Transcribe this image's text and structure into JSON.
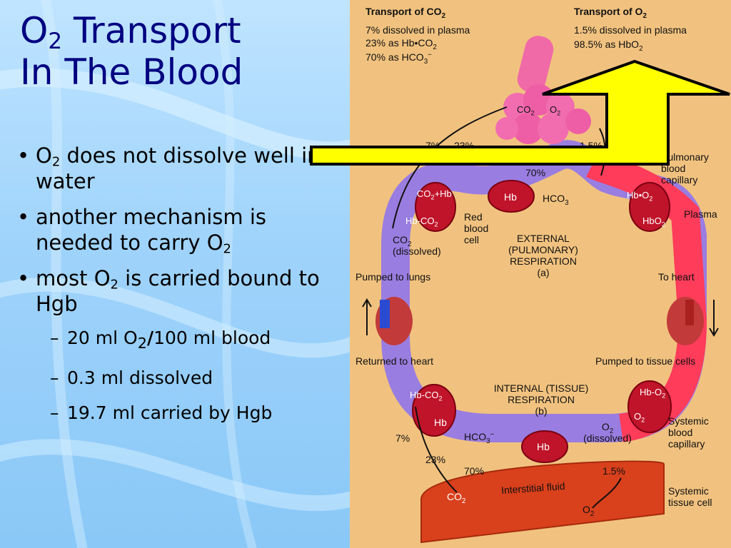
{
  "slide": {
    "title_line1_pre": "O",
    "title_line1_sub": "2",
    "title_line1_post": " Transport",
    "title_line2": "In The Blood",
    "bullets": [
      {
        "pre": "O",
        "sub": "2",
        "post": " does not dissolve well in water"
      },
      {
        "pre": "another mechanism is needed to carry O",
        "sub": "2",
        "post": ""
      },
      {
        "pre": "most O",
        "sub": "2",
        "post": " is carried bound to Hgb"
      }
    ],
    "subbullets": [
      {
        "pre": "20 ml O",
        "sub": "2",
        "slash": "/",
        "post": "100 ml blood"
      },
      {
        "text": "0.3 ml dissolved"
      },
      {
        "text": "19.7 ml carried by Hgb"
      }
    ]
  },
  "figure": {
    "co2_header": "Transport of CO",
    "co2_header_sub": "2",
    "co2_l1": "7% dissolved in plasma",
    "co2_l2_pre": "23% as Hb•CO",
    "co2_l2_sub": "2",
    "co2_l3_pre": "70% as HCO",
    "co2_l3_sub": "3",
    "co2_l3_sup": "−",
    "o2_header": "Transport of O",
    "o2_header_sub": "2",
    "o2_l1": "1.5% dissolved in plasma",
    "o2_l2_pre": "98.5% as HbO",
    "o2_l2_sub": "2",
    "alv_co2": "CO",
    "alv_co2_sub": "2",
    "alv_o2": "O",
    "alv_o2_sub": "2",
    "top_pct_7": "7%",
    "top_pct_23": "23%",
    "top_pct_15": "1.5%",
    "top_pct_70": "70%",
    "pulmonary_cap": "Pulmonary\nblood\ncapillary",
    "plasma": "Plasma",
    "co2hb_pre": "CO",
    "co2hb_sub": "2",
    "co2hb_post": "+Hb",
    "hb": "Hb",
    "hco3": "HCO",
    "hco3_sub": "3",
    "hbco2_pre": "Hb-CO",
    "hbco2_sub": "2",
    "rbc": "Red\nblood\ncell",
    "co2_dissolved_pre": "CO",
    "co2_dissolved_sub": "2",
    "dissolved": "(dissolved)",
    "external": "EXTERNAL\n(PULMONARY)\nRESPIRATION\n(a)",
    "hbo2a_pre": "Hb•O",
    "hbo2a_sub": "2",
    "hbo2b_pre": "HbO",
    "hbo2b_sub": "2",
    "pumped_lungs": "Pumped to lungs",
    "to_heart": "To heart",
    "returned_heart": "Returned to heart",
    "pumped_tissue": "Pumped to tissue cells",
    "internal": "INTERNAL (TISSUE)\nRESPIRATION\n(b)",
    "hbco2_low_pre": "Hb-CO",
    "hbco2_low_sub": "2",
    "hb_low1": "Hb",
    "hco3_low_pre": "HCO",
    "hco3_low_sub": "3",
    "hco3_low_sup": "−",
    "hb_low2": "Hb",
    "hbo2_low_pre": "Hb-O",
    "hbo2_low_sub": "2",
    "o2_low_pre": "O",
    "o2_low_sub": "2",
    "o2_dissolved_pre": "O",
    "o2_dissolved_sub": "2",
    "o2_dissolved_post": "(dissolved)",
    "low_7": "7%",
    "low_23": "23%",
    "low_70": "70%",
    "low_15": "1.5%",
    "systemic_cap": "Systemic\nblood\ncapillary",
    "interstitial": "Interstitial fluid",
    "low_co2_pre": "CO",
    "low_co2_sub": "2",
    "low_o2_pre": "O",
    "low_o2_sub": "2",
    "systemic_tissue": "Systemic\ntissue cell"
  },
  "colors": {
    "title": "#000080",
    "background": "#9fd3fb",
    "arrow": "#ffff00",
    "vessel_blue": "#9a7de0",
    "vessel_red": "#ff3c5a",
    "tissue": "#d9401c"
  },
  "icons": [
    "heart-icon-left",
    "heart-icon-right",
    "alveoli-icon",
    "yellow-arrow"
  ]
}
